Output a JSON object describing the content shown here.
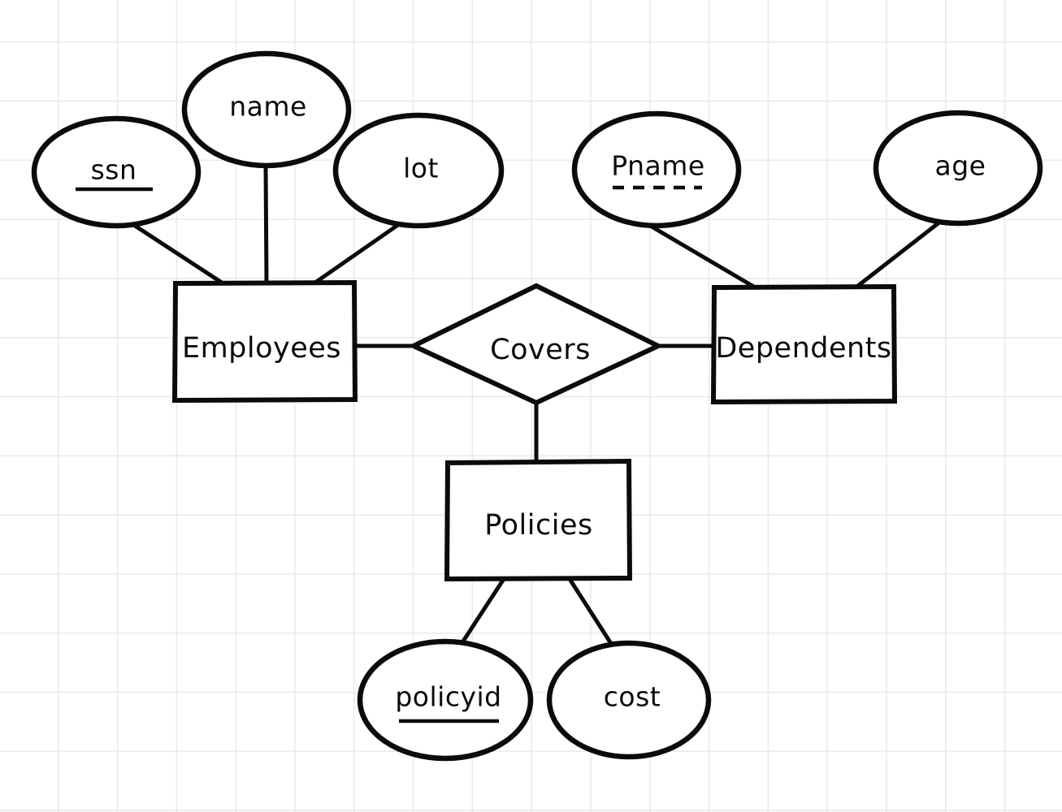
{
  "diagram": {
    "kind": "er-diagram",
    "title": "",
    "background": "graph-paper",
    "ink_color": "#0b0b0b",
    "grid_color": "#e9e9e9",
    "paper_color": "#ffffff"
  },
  "entities": [
    {
      "id": "employees",
      "label": "Employees",
      "type": "entity",
      "weak": false
    },
    {
      "id": "dependents",
      "label": "Dependents",
      "type": "entity",
      "weak": false
    },
    {
      "id": "policies",
      "label": "Policies",
      "type": "entity",
      "weak": false
    }
  ],
  "relationships": [
    {
      "id": "covers",
      "label": "Covers",
      "type": "relationship"
    }
  ],
  "attributes": [
    {
      "id": "ssn",
      "label": "ssn",
      "owner": "employees",
      "key": "primary",
      "underline": "solid"
    },
    {
      "id": "name",
      "label": "name",
      "owner": "employees",
      "key": "none",
      "underline": "none"
    },
    {
      "id": "lot",
      "label": "lot",
      "owner": "employees",
      "key": "none",
      "underline": "none"
    },
    {
      "id": "pname",
      "label": "Pname",
      "owner": "dependents",
      "key": "partial",
      "underline": "dashed"
    },
    {
      "id": "age",
      "label": "age",
      "owner": "dependents",
      "key": "none",
      "underline": "none"
    },
    {
      "id": "policyid",
      "label": "policyid",
      "owner": "policies",
      "key": "primary",
      "underline": "solid"
    },
    {
      "id": "cost",
      "label": "cost",
      "owner": "policies",
      "key": "none",
      "underline": "none"
    }
  ],
  "connections": [
    {
      "from": "ssn",
      "to": "employees"
    },
    {
      "from": "name",
      "to": "employees"
    },
    {
      "from": "lot",
      "to": "employees"
    },
    {
      "from": "employees",
      "to": "covers"
    },
    {
      "from": "covers",
      "to": "dependents"
    },
    {
      "from": "pname",
      "to": "dependents"
    },
    {
      "from": "age",
      "to": "dependents"
    },
    {
      "from": "covers",
      "to": "policies"
    },
    {
      "from": "policies",
      "to": "policyid"
    },
    {
      "from": "policies",
      "to": "cost"
    }
  ]
}
